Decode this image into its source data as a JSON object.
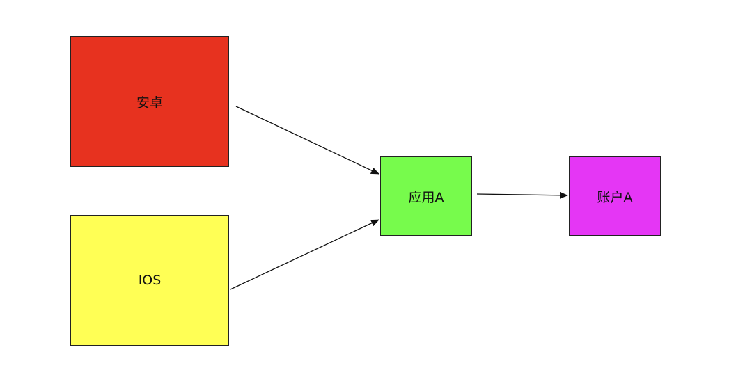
{
  "nodes": [
    {
      "id": "android",
      "label": "安卓",
      "color": "#E7321F"
    },
    {
      "id": "ios",
      "label": "IOS",
      "color": "#FFFF55"
    },
    {
      "id": "app",
      "label": "应用A",
      "color": "#77FB4C"
    },
    {
      "id": "account",
      "label": "账户A",
      "color": "#E536F5"
    }
  ],
  "edges": [
    {
      "from": "android",
      "to": "app"
    },
    {
      "from": "ios",
      "to": "app"
    },
    {
      "from": "app",
      "to": "account"
    }
  ]
}
